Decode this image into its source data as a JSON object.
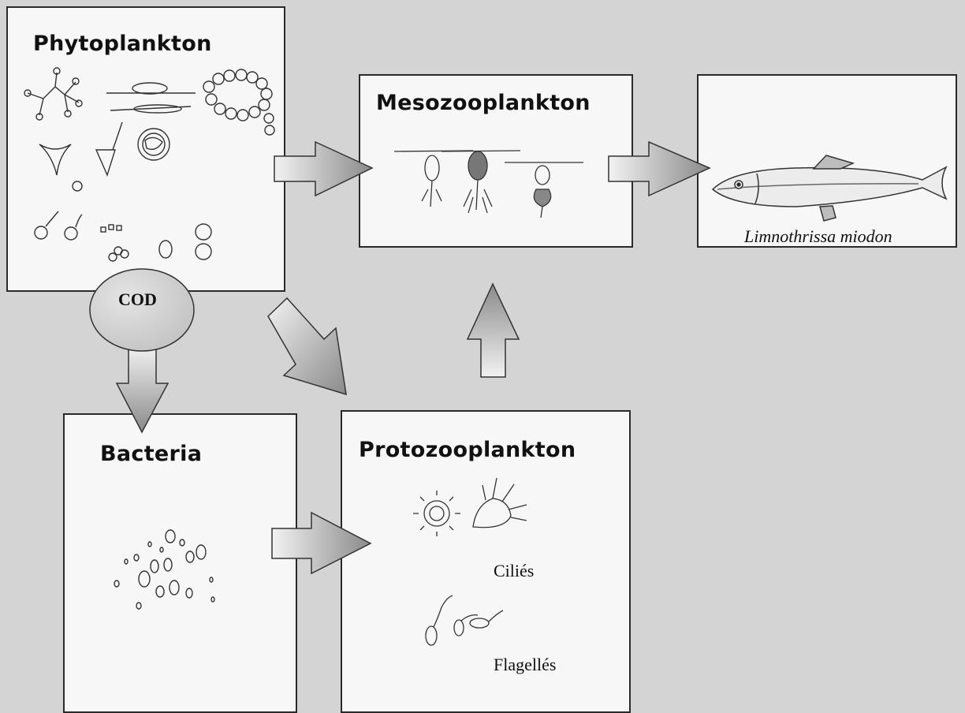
{
  "nodes": {
    "phytoplankton": "Phytoplankton",
    "mesozooplankton": "Mesozooplankton",
    "fish_species": "Limnothrissa miodon",
    "cod": "COD",
    "bacteria": "Bacteria",
    "protozooplankton": "Protozooplankton"
  },
  "labels": {
    "ciliates": "Ciliés",
    "flagellates": "Flagellés"
  },
  "colors": {
    "background": "#d4d4d4",
    "box_fill": "#f7f7f7",
    "arrow_light": "#f2f2f2",
    "arrow_dark": "#8a8a8a",
    "cod_fill": "#cfcfcf"
  },
  "icons": [
    "phytoplankton-cells",
    "copepod-drawings",
    "sardine-fish",
    "bacteria-cells",
    "ciliate-drawings",
    "flagellate-drawings"
  ]
}
